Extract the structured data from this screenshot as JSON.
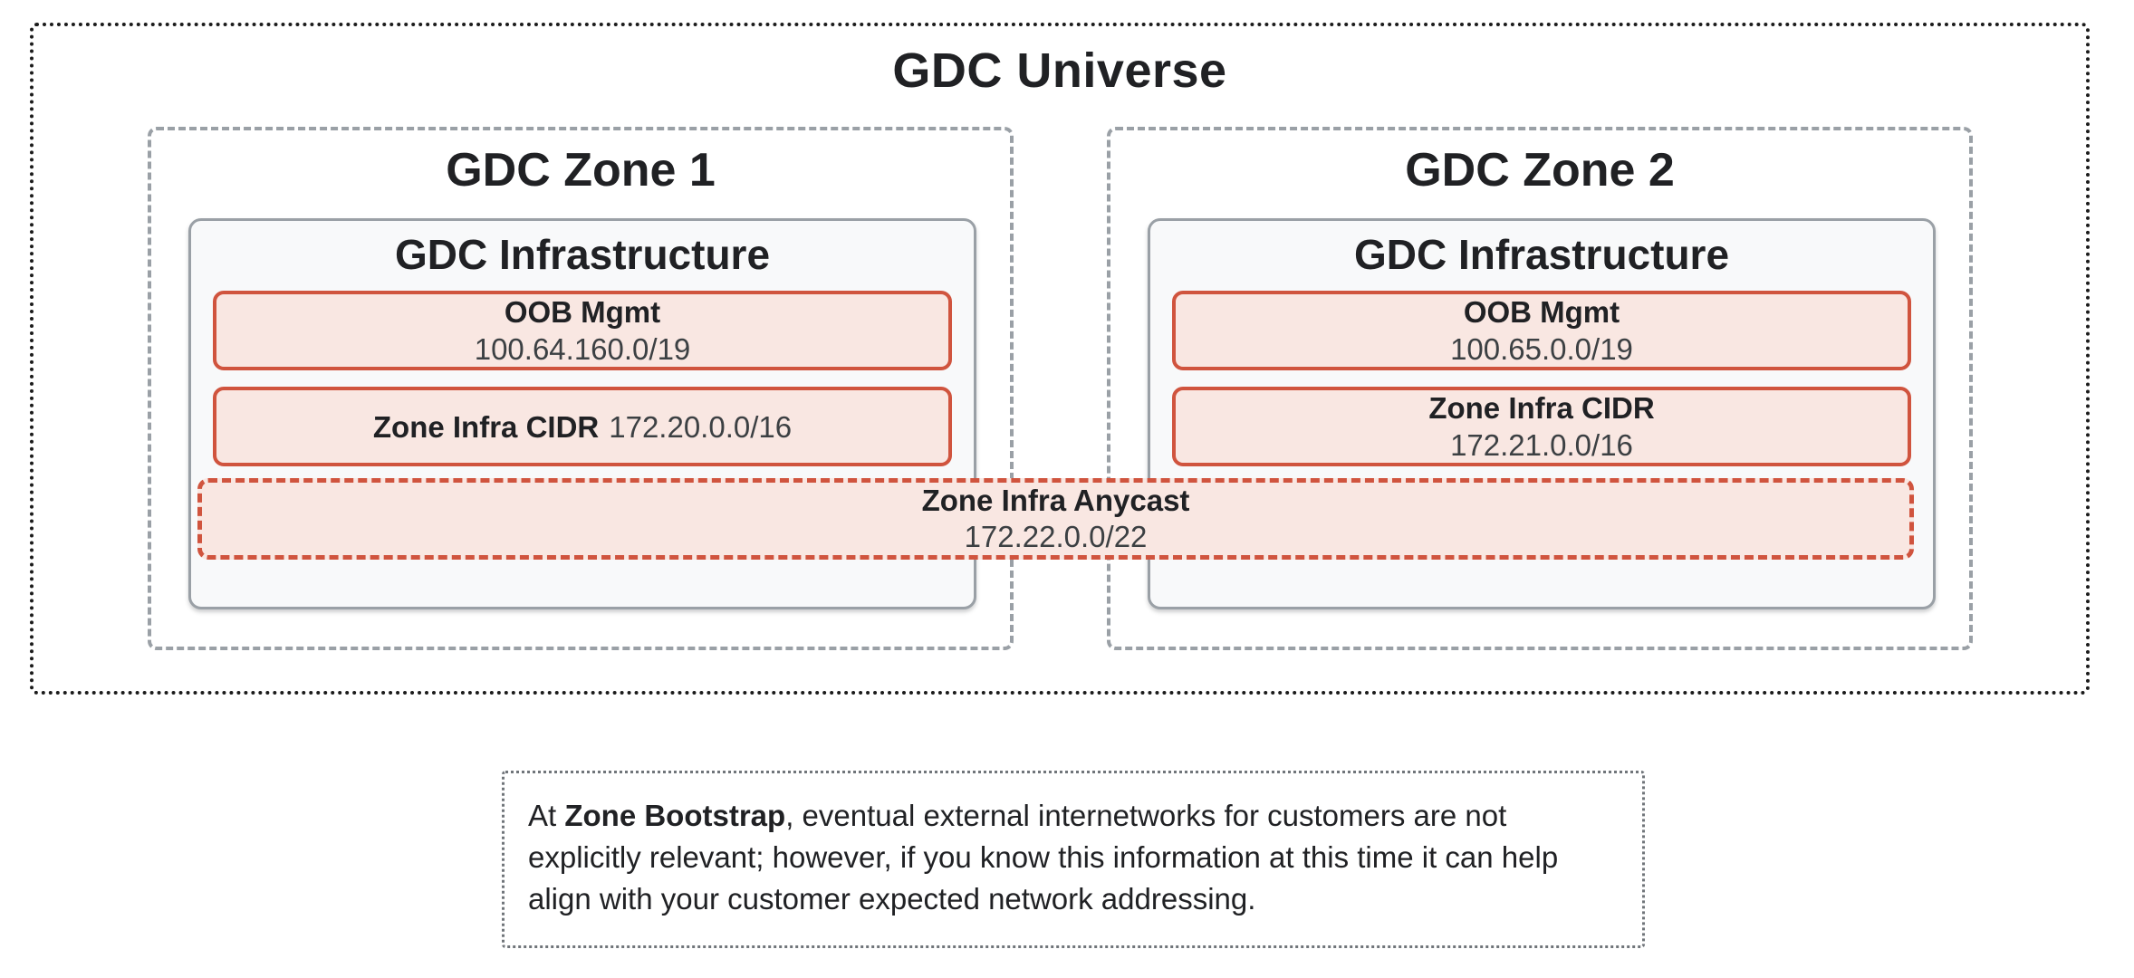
{
  "universe": {
    "title": "GDC Universe",
    "zones": [
      {
        "title": "GDC Zone 1",
        "infra_title": "GDC Infrastructure",
        "oob": {
          "label": "OOB Mgmt",
          "cidr": "100.64.160.0/19"
        },
        "infra_cidr": {
          "label": "Zone Infra CIDR",
          "cidr": "172.20.0.0/16"
        }
      },
      {
        "title": "GDC Zone 2",
        "infra_title": "GDC Infrastructure",
        "oob": {
          "label": "OOB Mgmt",
          "cidr": "100.65.0.0/19"
        },
        "infra_cidr": {
          "label": "Zone Infra CIDR",
          "cidr": "172.21.0.0/16"
        }
      }
    ],
    "anycast": {
      "label": "Zone Infra Anycast",
      "cidr": "172.22.0.0/22"
    }
  },
  "note": {
    "prefix": "At ",
    "bold": "Zone Bootstrap",
    "rest": ", eventual external internetworks for customers are not explicitly relevant; however, if you know this information at this time it can help align with your customer expected network addressing."
  },
  "colors": {
    "accent_red_border": "#d0543e",
    "red_fill": "#f9e7e2",
    "gray_border": "#9aa0a6",
    "infra_background": "#f8f9fa",
    "outer_dotted": "#1b1b1b",
    "note_dotted": "#70757a",
    "text_primary": "#202124",
    "text_value": "#3c4043"
  }
}
